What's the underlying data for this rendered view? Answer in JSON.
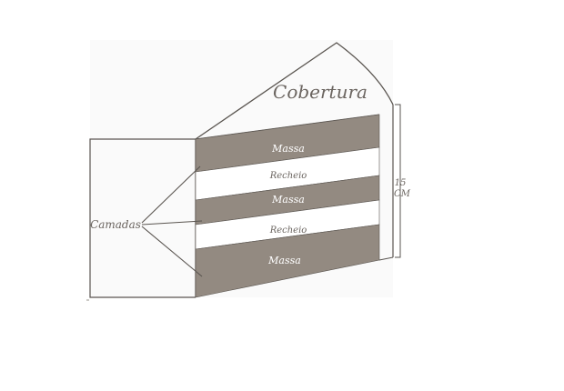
{
  "diagram": {
    "title": "Cobertura",
    "side_label": "Camadas",
    "height_value": "15",
    "height_unit": "CM",
    "layers": [
      {
        "label": "Massa",
        "kind": "massa"
      },
      {
        "label": "Recheio",
        "kind": "recheio"
      },
      {
        "label": "Massa",
        "kind": "massa"
      },
      {
        "label": "Recheio",
        "kind": "recheio"
      },
      {
        "label": "Massa",
        "kind": "massa"
      }
    ],
    "colors": {
      "massa": "#938a81",
      "recheio": "#ffffff",
      "outline": "#5a5550",
      "text_light": "#ffffff",
      "text_dark": "#6b6560",
      "background_panel": "#fafafa"
    }
  }
}
